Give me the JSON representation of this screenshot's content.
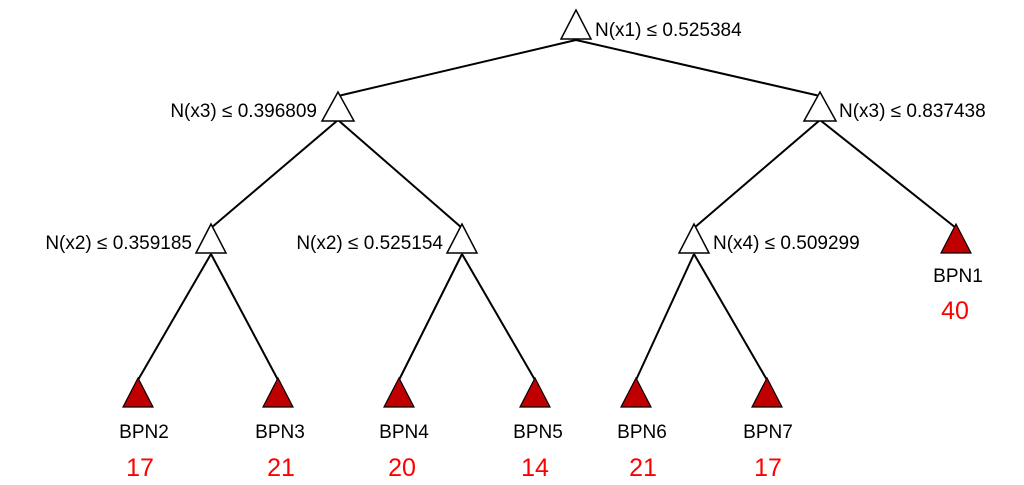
{
  "colors": {
    "split_fill": "#ffffff",
    "leaf_fill": "#c00000",
    "count_text": "#ff0000",
    "edge": "#000000"
  },
  "tree": {
    "root": {
      "label": "N(x1) ≤ 0.525384"
    },
    "left": {
      "label": "N(x3) ≤ 0.396809"
    },
    "right": {
      "label": "N(x3) ≤ 0.837438"
    },
    "left_left": {
      "label": "N(x2) ≤ 0.359185"
    },
    "left_right": {
      "label": "N(x2) ≤ 0.525154"
    },
    "right_left": {
      "label": "N(x4) ≤ 0.509299"
    },
    "leaves": [
      {
        "name": "BPN1",
        "count": "40"
      },
      {
        "name": "BPN2",
        "count": "17"
      },
      {
        "name": "BPN3",
        "count": "21"
      },
      {
        "name": "BPN4",
        "count": "20"
      },
      {
        "name": "BPN5",
        "count": "14"
      },
      {
        "name": "BPN6",
        "count": "21"
      },
      {
        "name": "BPN7",
        "count": "17"
      }
    ]
  }
}
